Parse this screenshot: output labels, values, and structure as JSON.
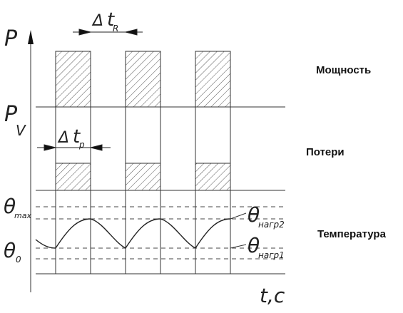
{
  "labels": {
    "power": "Мощность",
    "losses": "Потери",
    "temperature": "Температура"
  },
  "axes": {
    "power_symbol": "P",
    "losses_symbol": "P",
    "losses_subscript": "V",
    "time_symbol": "t,c",
    "theta_symbol": "θ",
    "theta_max_sub": "max",
    "theta_0_sub": "0",
    "theta_load2_sub": "нагр2",
    "theta_load1_sub": "нагр1"
  },
  "intervals": {
    "delta_symbol": "Δ",
    "t_symbol": "t",
    "rest_sub": "R",
    "work_sub": "p"
  },
  "colors": {
    "line": "#333333",
    "hatch": "#555555",
    "pulse_fill": "#f4f4f4"
  }
}
